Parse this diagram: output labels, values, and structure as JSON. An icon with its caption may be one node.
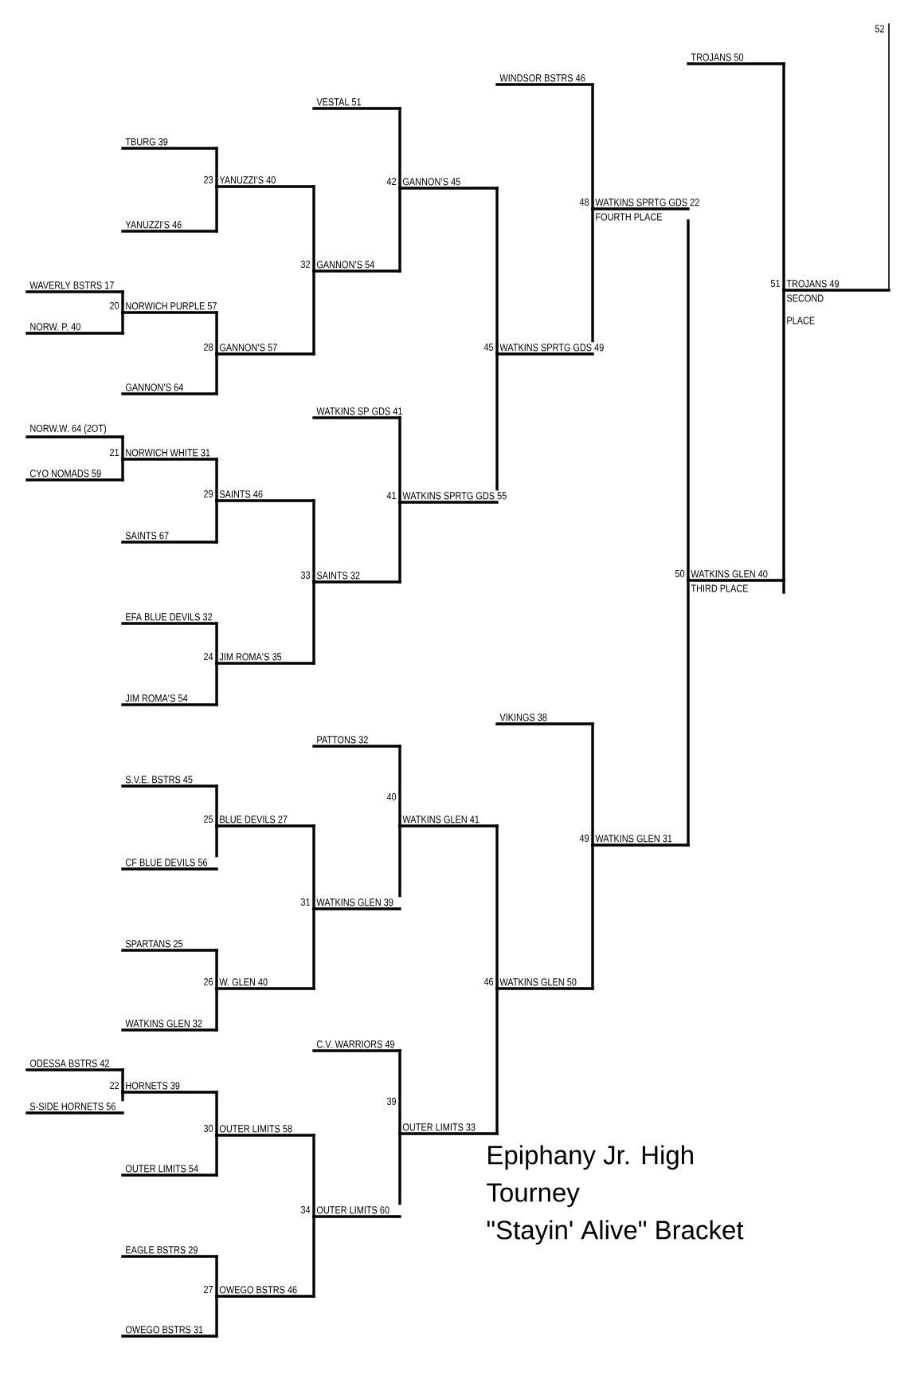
{
  "diagram": {
    "title": "Epiphany Jr. High Tourney \"Stayin' Alive\" Bracket",
    "nodes": [
      {
        "text": [
          "WAVERLY BSTRS 17"
        ]
      },
      {
        "text": [
          "NORW. P. 40"
        ]
      },
      {
        "text": [
          "NORW.W. 64 (2OT)"
        ]
      },
      {
        "text": [
          "CYO NOMADS 59"
        ]
      },
      {
        "text": [
          "ODESSA BSTRS 42"
        ]
      },
      {
        "text": [
          "S-SIDE HORNETS 56"
        ]
      },
      {
        "text": [
          "TBURG 39"
        ]
      },
      {
        "text": [
          "YANUZZI'S 46"
        ]
      },
      {
        "text": [
          "NORWICH PURPLE 57"
        ],
        "beside": [
          "20"
        ]
      },
      {
        "text": [
          "GANNON'S 64"
        ]
      },
      {
        "text": [
          "NORWICH WHITE 31"
        ],
        "beside": [
          "21"
        ]
      },
      {
        "text": [
          "SAINTS 67"
        ]
      },
      {
        "text": [
          "EFA BLUE DEVILS 32"
        ]
      },
      {
        "text": [
          "JIM ROMA'S 54"
        ]
      },
      {
        "text": [
          "S.V.E. BSTRS 45"
        ]
      },
      {
        "text": [
          "CF BLUE DEVILS 56"
        ]
      },
      {
        "text": [
          "SPARTANS 25"
        ]
      },
      {
        "text": [
          "WATKINS GLEN 32"
        ]
      },
      {
        "text": [
          "HORNETS 39"
        ],
        "beside": [
          "22"
        ]
      },
      {
        "text": [
          "OUTER LIMITS 54"
        ]
      },
      {
        "text": [
          "EAGLE BSTRS 29"
        ]
      },
      {
        "text": [
          "OWEGO BSTRS 31"
        ]
      },
      {
        "text": [
          "YANUZZI'S 40"
        ],
        "beside": [
          "23"
        ]
      },
      {
        "text": [
          "GANNON'S 57"
        ],
        "beside": [
          "28"
        ]
      },
      {
        "text": [
          "SAINTS 46"
        ],
        "beside": [
          "29"
        ]
      },
      {
        "text": [
          "JIM ROMA'S 35"
        ],
        "beside": [
          "24"
        ]
      },
      {
        "text": [
          "BLUE DEVILS 27"
        ],
        "beside": [
          "25"
        ]
      },
      {
        "text": [
          "W. GLEN 40"
        ],
        "beside": [
          "26"
        ]
      },
      {
        "text": [
          "OUTER LIMITS 58"
        ],
        "beside": [
          "30"
        ]
      },
      {
        "text": [
          "OWEGO BSTRS 46"
        ],
        "beside": [
          "27"
        ]
      },
      {
        "text": [
          "VESTAL 51"
        ]
      },
      {
        "text": [
          "GANNON'S 54"
        ],
        "beside": [
          "32"
        ]
      },
      {
        "text": [
          "WATKINS SP GDS 41"
        ]
      },
      {
        "text": [
          "SAINTS 32"
        ],
        "beside": [
          "33"
        ]
      },
      {
        "text": [
          "PATTONS 32"
        ]
      },
      {
        "text": [
          "WATKINS GLEN 39"
        ],
        "beside": [
          "31"
        ]
      },
      {
        "text": [
          "C.V. WARRIORS 49"
        ]
      },
      {
        "text": [
          "OUTER LIMITS 60"
        ],
        "beside": [
          "34"
        ]
      },
      {
        "text": [
          "GANNON'S 45"
        ],
        "beside": [
          "42"
        ]
      },
      {
        "text": [
          "WATKINS SPRTG GDS 55"
        ],
        "beside": [
          "41"
        ]
      },
      {
        "text": [
          "WATKINS GLEN 41"
        ],
        "beside": [
          "40"
        ]
      },
      {
        "text": [
          "OUTER LIMITS 33"
        ],
        "beside": [
          "39"
        ]
      },
      {
        "text": [
          "WINDSOR BSTRS 46"
        ]
      },
      {
        "text": [
          "WATKINS SPRTG GDS 49"
        ],
        "beside": [
          "45"
        ]
      },
      {
        "text": [
          "VIKINGS 38"
        ]
      },
      {
        "text": [
          "WATKINS GLEN 50"
        ],
        "beside": [
          "46"
        ]
      },
      {
        "text": [
          "WATKINS SPRTG GDS 22",
          "FOURTH PLACE"
        ],
        "beside": [
          "48"
        ]
      },
      {
        "text": [
          "WATKINS GLEN 31"
        ],
        "beside": [
          "49"
        ]
      },
      {
        "text": [
          "TROJANS 50"
        ]
      },
      {
        "text": [
          "WATKINS GLEN 40",
          "THIRD PLACE"
        ],
        "beside": [
          "50"
        ]
      },
      {
        "text": [
          "TROJANS 49",
          "SECOND PLACE"
        ],
        "beside": [
          "51"
        ]
      },
      {
        "text": [
          "52"
        ]
      }
    ],
    "edges": [
      {
        "from": 0,
        "to": 8,
        "arrow": "none"
      },
      {
        "from": 1,
        "to": 8,
        "arrow": "none"
      },
      {
        "from": 2,
        "to": 10,
        "arrow": "none"
      },
      {
        "from": 3,
        "to": 10,
        "arrow": "none"
      },
      {
        "from": 4,
        "to": 18,
        "arrow": "none"
      },
      {
        "from": 5,
        "to": 18,
        "arrow": "none"
      },
      {
        "from": 6,
        "to": 22,
        "arrow": "none"
      },
      {
        "from": 7,
        "to": 22,
        "arrow": "none"
      },
      {
        "from": 8,
        "to": 23,
        "arrow": "none"
      },
      {
        "from": 9,
        "to": 23,
        "arrow": "none"
      },
      {
        "from": 10,
        "to": 24,
        "arrow": "none"
      },
      {
        "from": 11,
        "to": 24,
        "arrow": "none"
      },
      {
        "from": 12,
        "to": 25,
        "arrow": "none"
      },
      {
        "from": 13,
        "to": 25,
        "arrow": "none"
      },
      {
        "from": 14,
        "to": 26,
        "arrow": "none"
      },
      {
        "from": 15,
        "to": 26,
        "arrow": "none"
      },
      {
        "from": 16,
        "to": 27,
        "arrow": "none"
      },
      {
        "from": 17,
        "to": 27,
        "arrow": "none"
      },
      {
        "from": 18,
        "to": 28,
        "arrow": "none"
      },
      {
        "from": 19,
        "to": 28,
        "arrow": "none"
      },
      {
        "from": 20,
        "to": 29,
        "arrow": "none"
      },
      {
        "from": 21,
        "to": 29,
        "arrow": "none"
      },
      {
        "from": 22,
        "to": 31,
        "arrow": "none"
      },
      {
        "from": 23,
        "to": 31,
        "arrow": "none"
      },
      {
        "from": 24,
        "to": 33,
        "arrow": "none"
      },
      {
        "from": 25,
        "to": 33,
        "arrow": "none"
      },
      {
        "from": 26,
        "to": 35,
        "arrow": "none"
      },
      {
        "from": 27,
        "to": 35,
        "arrow": "none"
      },
      {
        "from": 28,
        "to": 37,
        "arrow": "none"
      },
      {
        "from": 29,
        "to": 37,
        "arrow": "none"
      },
      {
        "from": 30,
        "to": 38,
        "arrow": "none"
      },
      {
        "from": 31,
        "to": 38,
        "arrow": "none"
      },
      {
        "from": 32,
        "to": 39,
        "arrow": "none"
      },
      {
        "from": 33,
        "to": 39,
        "arrow": "none"
      },
      {
        "from": 34,
        "to": 40,
        "arrow": "none"
      },
      {
        "from": 35,
        "to": 40,
        "arrow": "none"
      },
      {
        "from": 36,
        "to": 41,
        "arrow": "none"
      },
      {
        "from": 37,
        "to": 41,
        "arrow": "none"
      },
      {
        "from": 38,
        "to": 43,
        "arrow": "none"
      },
      {
        "from": 39,
        "to": 43,
        "arrow": "none"
      },
      {
        "from": 40,
        "to": 45,
        "arrow": "none"
      },
      {
        "from": 41,
        "to": 45,
        "arrow": "none"
      },
      {
        "from": 42,
        "to": 46,
        "arrow": "none"
      },
      {
        "from": 43,
        "to": 46,
        "arrow": "none"
      },
      {
        "from": 44,
        "to": 47,
        "arrow": "none"
      },
      {
        "from": 45,
        "to": 47,
        "arrow": "none"
      },
      {
        "from": 46,
        "to": 49,
        "arrow": "none"
      },
      {
        "from": 47,
        "to": 49,
        "arrow": "none"
      },
      {
        "from": 48,
        "to": 50,
        "arrow": "none"
      },
      {
        "from": 49,
        "to": 50,
        "arrow": "none"
      },
      {
        "from": 50,
        "to": 51,
        "arrow": "none"
      }
    ]
  }
}
